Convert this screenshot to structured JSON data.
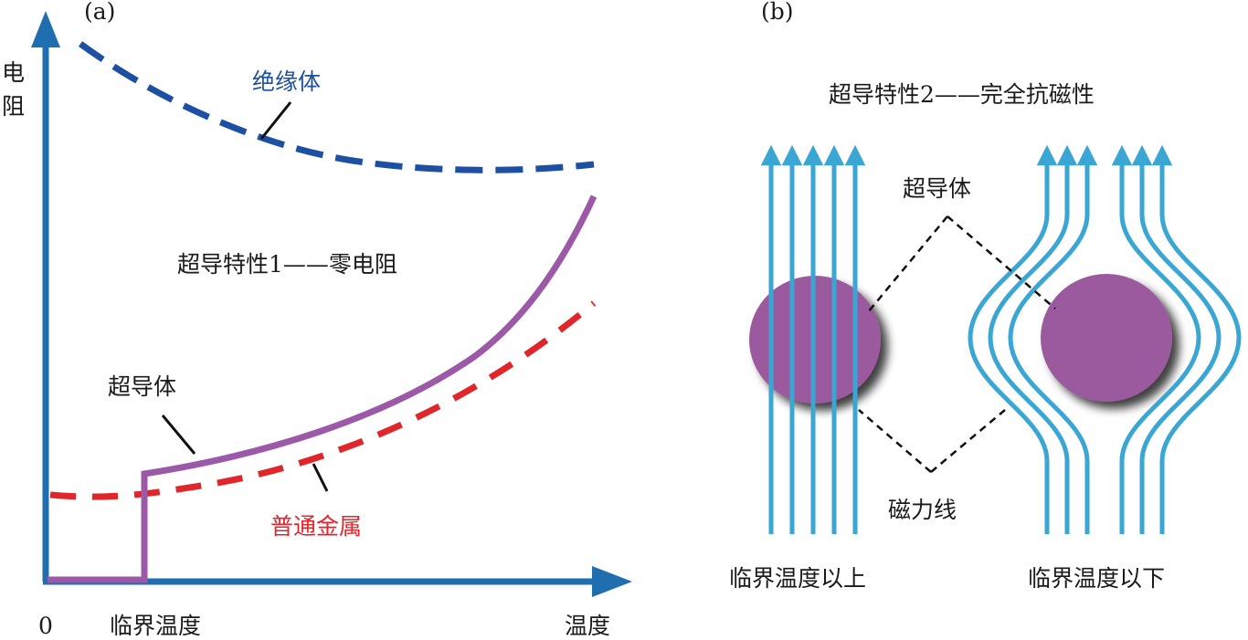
{
  "panel_a": {
    "tag": "(a)",
    "axis_y_label_1": "电",
    "axis_y_label_2": "阻",
    "origin_label": "0",
    "critical_temp_label": "临界温度",
    "axis_x_label": "温度",
    "title": "超导特性1——零电阻",
    "insulator_label": "绝缘体",
    "superconductor_label": "超导体",
    "metal_label": "普通金属",
    "colors": {
      "axis": "#1f6fb0",
      "insulator": "#1d4fa3",
      "superconductor": "#9b59a8",
      "metal": "#e0262b"
    }
  },
  "panel_b": {
    "tag": "(b)",
    "title": "超导特性2——完全抗磁性",
    "superconductor_label": "超导体",
    "field_lines_label": "磁力线",
    "above_label": "临界温度以上",
    "below_label": "临界温度以下",
    "colors": {
      "field_line": "#3aa6d3",
      "sphere": "#9b5a9e"
    }
  }
}
